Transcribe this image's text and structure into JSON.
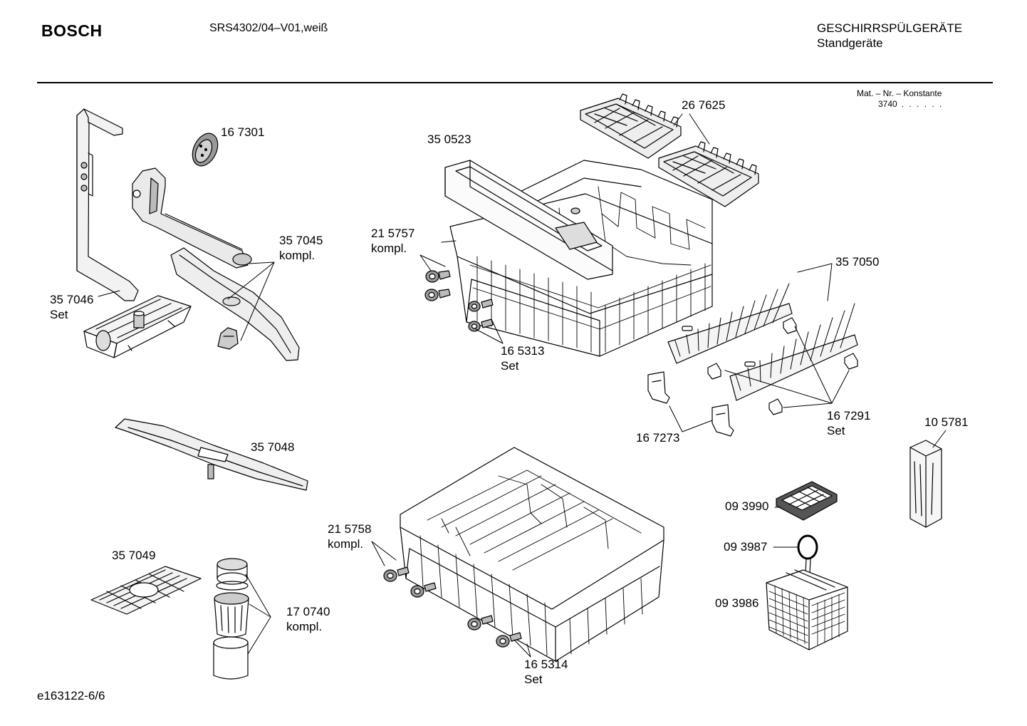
{
  "header": {
    "brand": "BOSCH",
    "model": "SRS4302/04–V01,weiß",
    "category_line1": "GESCHIRRSPÜLGERÄTE",
    "category_line2": "Standgeräte",
    "mat_label": "Mat. – Nr. – Konstante",
    "mat_value": "3740",
    "mat_dots": ". .   . . . ."
  },
  "parts": {
    "p167301": {
      "number": "16 7301"
    },
    "p357046": {
      "number": "35 7046",
      "sub": "Set"
    },
    "p357045": {
      "number": "35 7045",
      "sub": "kompl."
    },
    "p350523": {
      "number": "35 0523"
    },
    "p267625": {
      "number": "26 7625"
    },
    "p215757": {
      "number": "21 5757",
      "sub": "kompl."
    },
    "p165313": {
      "number": "16 5313",
      "sub": "Set"
    },
    "p357050": {
      "number": "35 7050"
    },
    "p167273": {
      "number": "16 7273"
    },
    "p167291": {
      "number": "16 7291",
      "sub": "Set"
    },
    "p105781": {
      "number": "10 5781"
    },
    "p357048": {
      "number": "35 7048"
    },
    "p357049": {
      "number": "35 7049"
    },
    "p170740": {
      "number": "17 0740",
      "sub": "kompl."
    },
    "p215758": {
      "number": "21 5758",
      "sub": "kompl."
    },
    "p165314": {
      "number": "16 5314",
      "sub": "Set"
    },
    "p093990": {
      "number": "09 3990"
    },
    "p093987": {
      "number": "09 3987"
    },
    "p093986": {
      "number": "09 3986"
    }
  },
  "footer": {
    "doc_id": "e163122-6/6"
  }
}
